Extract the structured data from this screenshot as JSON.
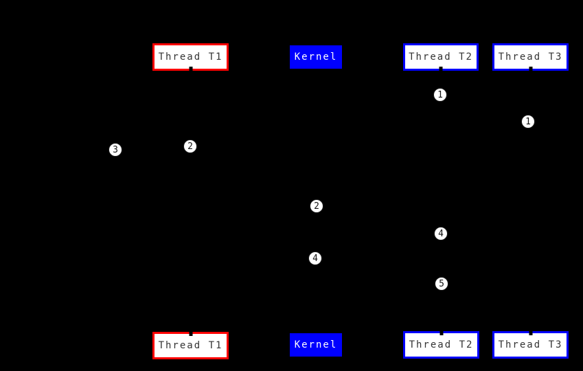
{
  "diagram": {
    "kind": "sequence-diagram",
    "background_color": "#000000",
    "colors": {
      "thread_t1_border": "#ff0000",
      "thread_t2_border": "#0000ff",
      "thread_t3_border": "#0000ff",
      "kernel_fill": "#0000ff",
      "box_fill": "#ffffff",
      "box_label_text": "#333333",
      "kernel_label_text": "#ffffff",
      "marker_fill": "#ffffff",
      "marker_text": "#111111"
    },
    "actors": {
      "t1": {
        "label": "Thread T1"
      },
      "kernel": {
        "label": "Kernel"
      },
      "t2": {
        "label": "Thread T2"
      },
      "t3": {
        "label": "Thread T3"
      }
    },
    "actor_order": [
      "Thread T1",
      "Kernel",
      "Thread T2",
      "Thread T3"
    ],
    "markers": [
      {
        "number": "3"
      },
      {
        "number": "2"
      },
      {
        "number": "1"
      },
      {
        "number": "1"
      },
      {
        "number": "2"
      },
      {
        "number": "4"
      },
      {
        "number": "4"
      },
      {
        "number": "5"
      }
    ]
  }
}
